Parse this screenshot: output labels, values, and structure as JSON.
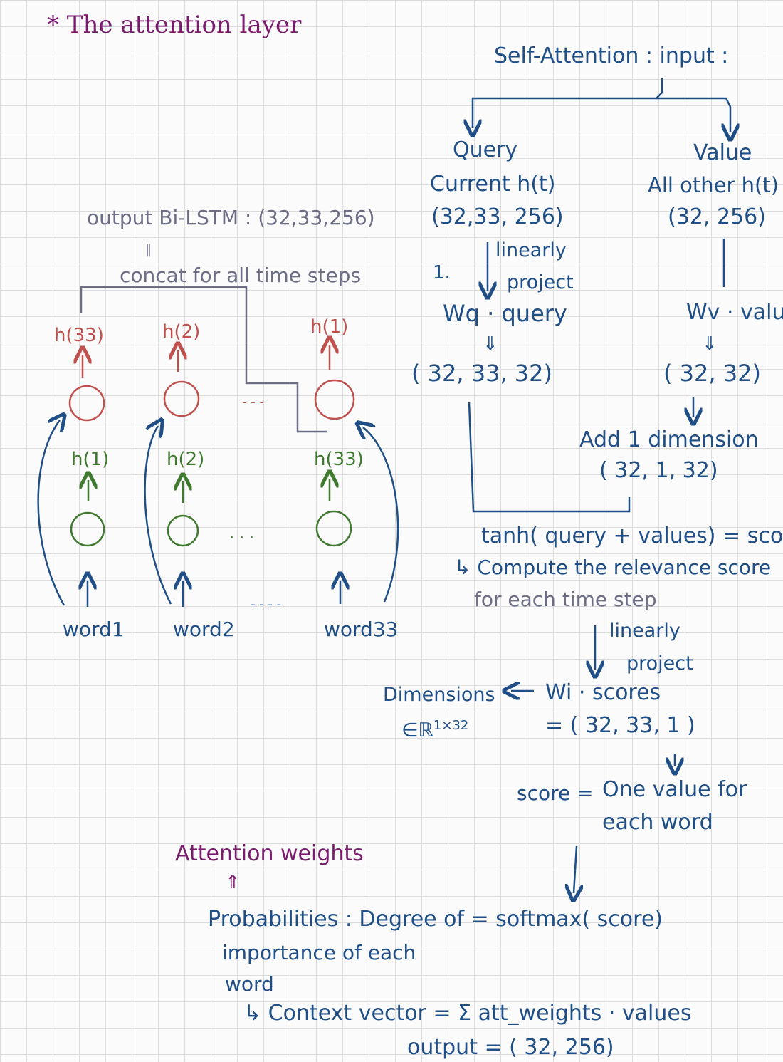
{
  "title": "* The attention layer",
  "lstm": {
    "output_label": "output Bi-LSTM : (32,33,256)",
    "equals_mark": "‖",
    "concat_label": "concat for all time steps",
    "top_hidden": [
      "h(33)",
      "h(2)",
      "h(1)"
    ],
    "bottom_hidden": [
      "h(1)",
      "h(2)",
      "h(33)"
    ],
    "words": [
      "word1",
      "word2",
      "word33"
    ],
    "dots_top": "- - -",
    "dots_mid": ". . .",
    "dots_bottom": "- - - -"
  },
  "self_attention": {
    "header": "Self-Attention : input :",
    "query_title": "Query",
    "query_desc": "Current h(t)",
    "query_shape": "(32,33, 256)",
    "value_title": "Value",
    "value_desc": "All other h(t)",
    "value_shape": "(32, 256)",
    "step_num": "1.",
    "linearly": "linearly",
    "project": "project",
    "wq_query": "Wq · query",
    "wq_arrow": "⇓",
    "wq_shape": "( 32, 33, 32)",
    "wv_values": "Wv · values",
    "wv_arrow": "⇓",
    "wv_shape": "( 32, 32)",
    "add_dim": "Add 1 dimension",
    "add_dim_shape": "( 32, 1, 32)",
    "tanh": "tanh( query + values) = scores",
    "compute_line1": "↳ Compute the relevance score",
    "compute_line2": "for each time step",
    "linearly2": "linearly",
    "project2": "project",
    "dimensions": "Dimensions",
    "dim_space": "∈ℝ",
    "dim_sup": "1×32",
    "wi_scores": "Wi · scores",
    "wi_shape": "= ( 32, 33, 1 )",
    "score_eq": "score =",
    "one_value_1": "One value for",
    "one_value_2": "each word",
    "attention_weights": "Attention weights",
    "aw_arrow": "⇑",
    "probabilities": "Probabilities : Degree of = softmax( score)",
    "importance_1": "importance of each",
    "importance_2": "word",
    "context": "↳ Context vector = Σ att_weights · values",
    "output": "output = ( 32, 256)"
  }
}
